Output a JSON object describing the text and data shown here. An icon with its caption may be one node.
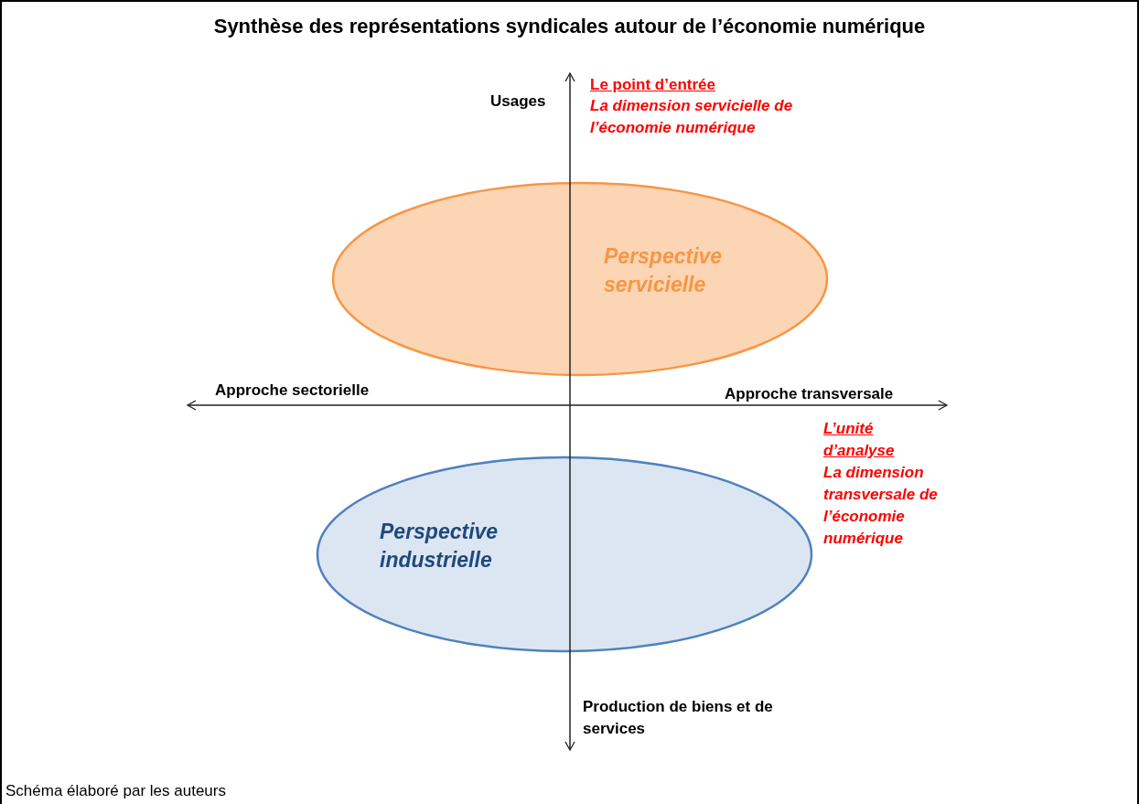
{
  "diagram": {
    "title": "Synthèse des représentations syndicales autour de l’économie numérique",
    "nodes": [
      {
        "text": [
          "Perspective servicielle"
        ]
      },
      {
        "text": [
          "Perspective industrielle"
        ]
      }
    ],
    "labels": [
      "Usages",
      "Le point d’entrée",
      "La dimension servicielle de l’économie numérique",
      "Approche sectorielle",
      "Approche transversale",
      "L’unité d’analyse",
      "La dimension transversale de l’économie numérique",
      "Production de biens et de services"
    ],
    "caption": "Schéma élaboré par les auteurs"
  }
}
